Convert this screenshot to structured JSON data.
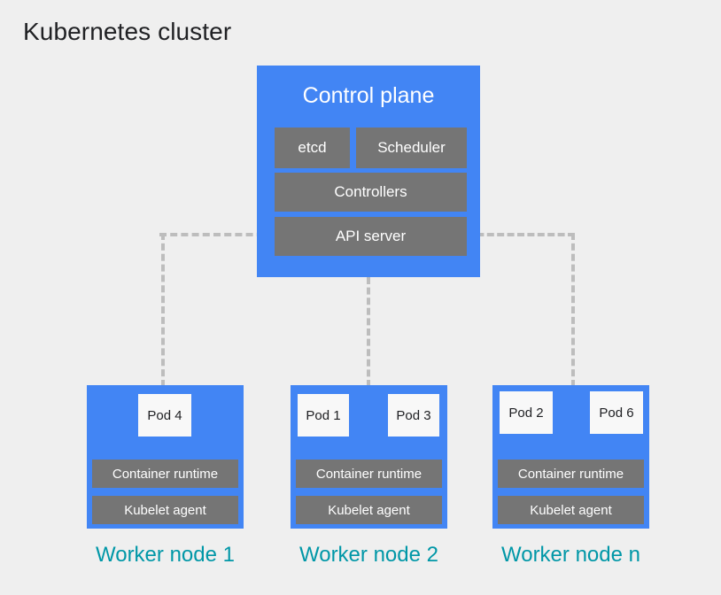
{
  "page": {
    "title": "Kubernetes cluster",
    "background_color": "#efefef"
  },
  "colors": {
    "node_blue": "#4285f4",
    "component_gray": "#757575",
    "pod_white": "#f8f8f8",
    "label_teal": "#0097a7",
    "connector_gray": "#bdbdbd",
    "title_text": "#202124"
  },
  "control_plane": {
    "title": "Control plane",
    "components": [
      {
        "label": "etcd"
      },
      {
        "label": "Scheduler"
      },
      {
        "label": "Controllers"
      },
      {
        "label": "API server"
      }
    ]
  },
  "worker_nodes": [
    {
      "label": "Worker node 1",
      "pods": [
        {
          "label": "Pod 4"
        }
      ],
      "components": [
        {
          "label": "Container runtime"
        },
        {
          "label": "Kubelet agent"
        }
      ]
    },
    {
      "label": "Worker node 2",
      "pods": [
        {
          "label": "Pod 1"
        },
        {
          "label": "Pod 3"
        }
      ],
      "components": [
        {
          "label": "Container runtime"
        },
        {
          "label": "Kubelet agent"
        }
      ]
    },
    {
      "label": "Worker node n",
      "pods": [
        {
          "label": "Pod 2"
        },
        {
          "label": "Pod 6"
        }
      ],
      "components": [
        {
          "label": "Container runtime"
        },
        {
          "label": "Kubelet agent"
        }
      ]
    }
  ],
  "connectors": {
    "description": "dashed-connector",
    "style": "dashed",
    "color": "#bdbdbd"
  }
}
